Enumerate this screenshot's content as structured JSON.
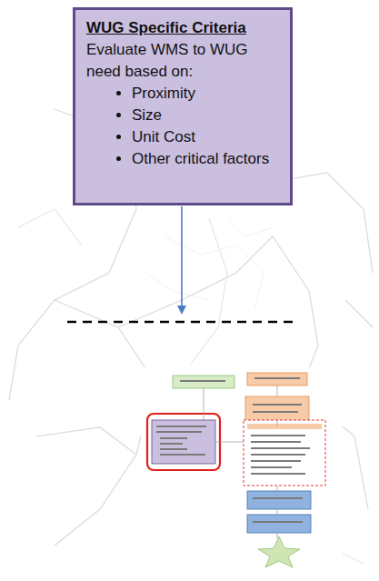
{
  "diagram": {
    "nodes": [
      {
        "text": [
          "WUG Specific Criteria",
          "Evaluate WMS to WUG need based on:",
          "Proximity",
          "Size",
          "Unit Cost",
          "Other critical factors"
        ]
      }
    ]
  }
}
